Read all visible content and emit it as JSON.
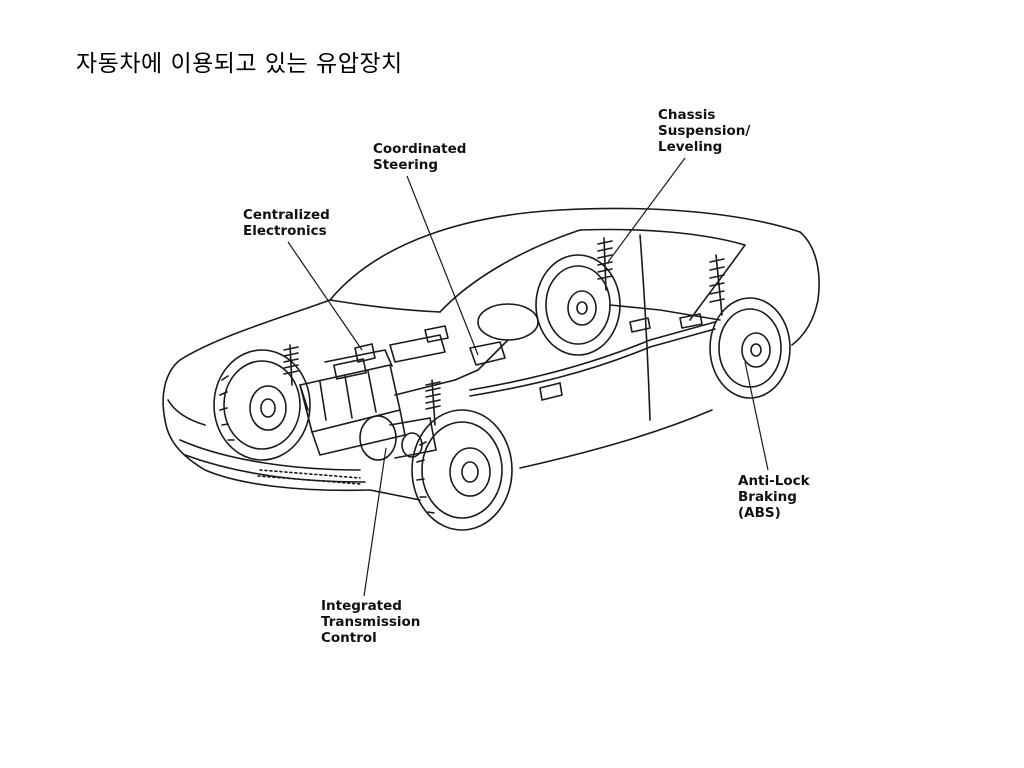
{
  "title": "자동차에 이용되고 있는 유압장치",
  "callouts": {
    "steering": [
      "Coordinated",
      "Steering"
    ],
    "electronics": [
      "Centralized",
      "Electronics"
    ],
    "suspension": [
      "Chassis",
      "Suspension/",
      "Leveling"
    ],
    "abs": [
      "Anti-Lock",
      "Braking",
      "(ABS)"
    ],
    "transmission": [
      "Integrated",
      "Transmission",
      "Control"
    ]
  },
  "colors": {
    "line": "#1a1a1a",
    "background": "#ffffff"
  }
}
